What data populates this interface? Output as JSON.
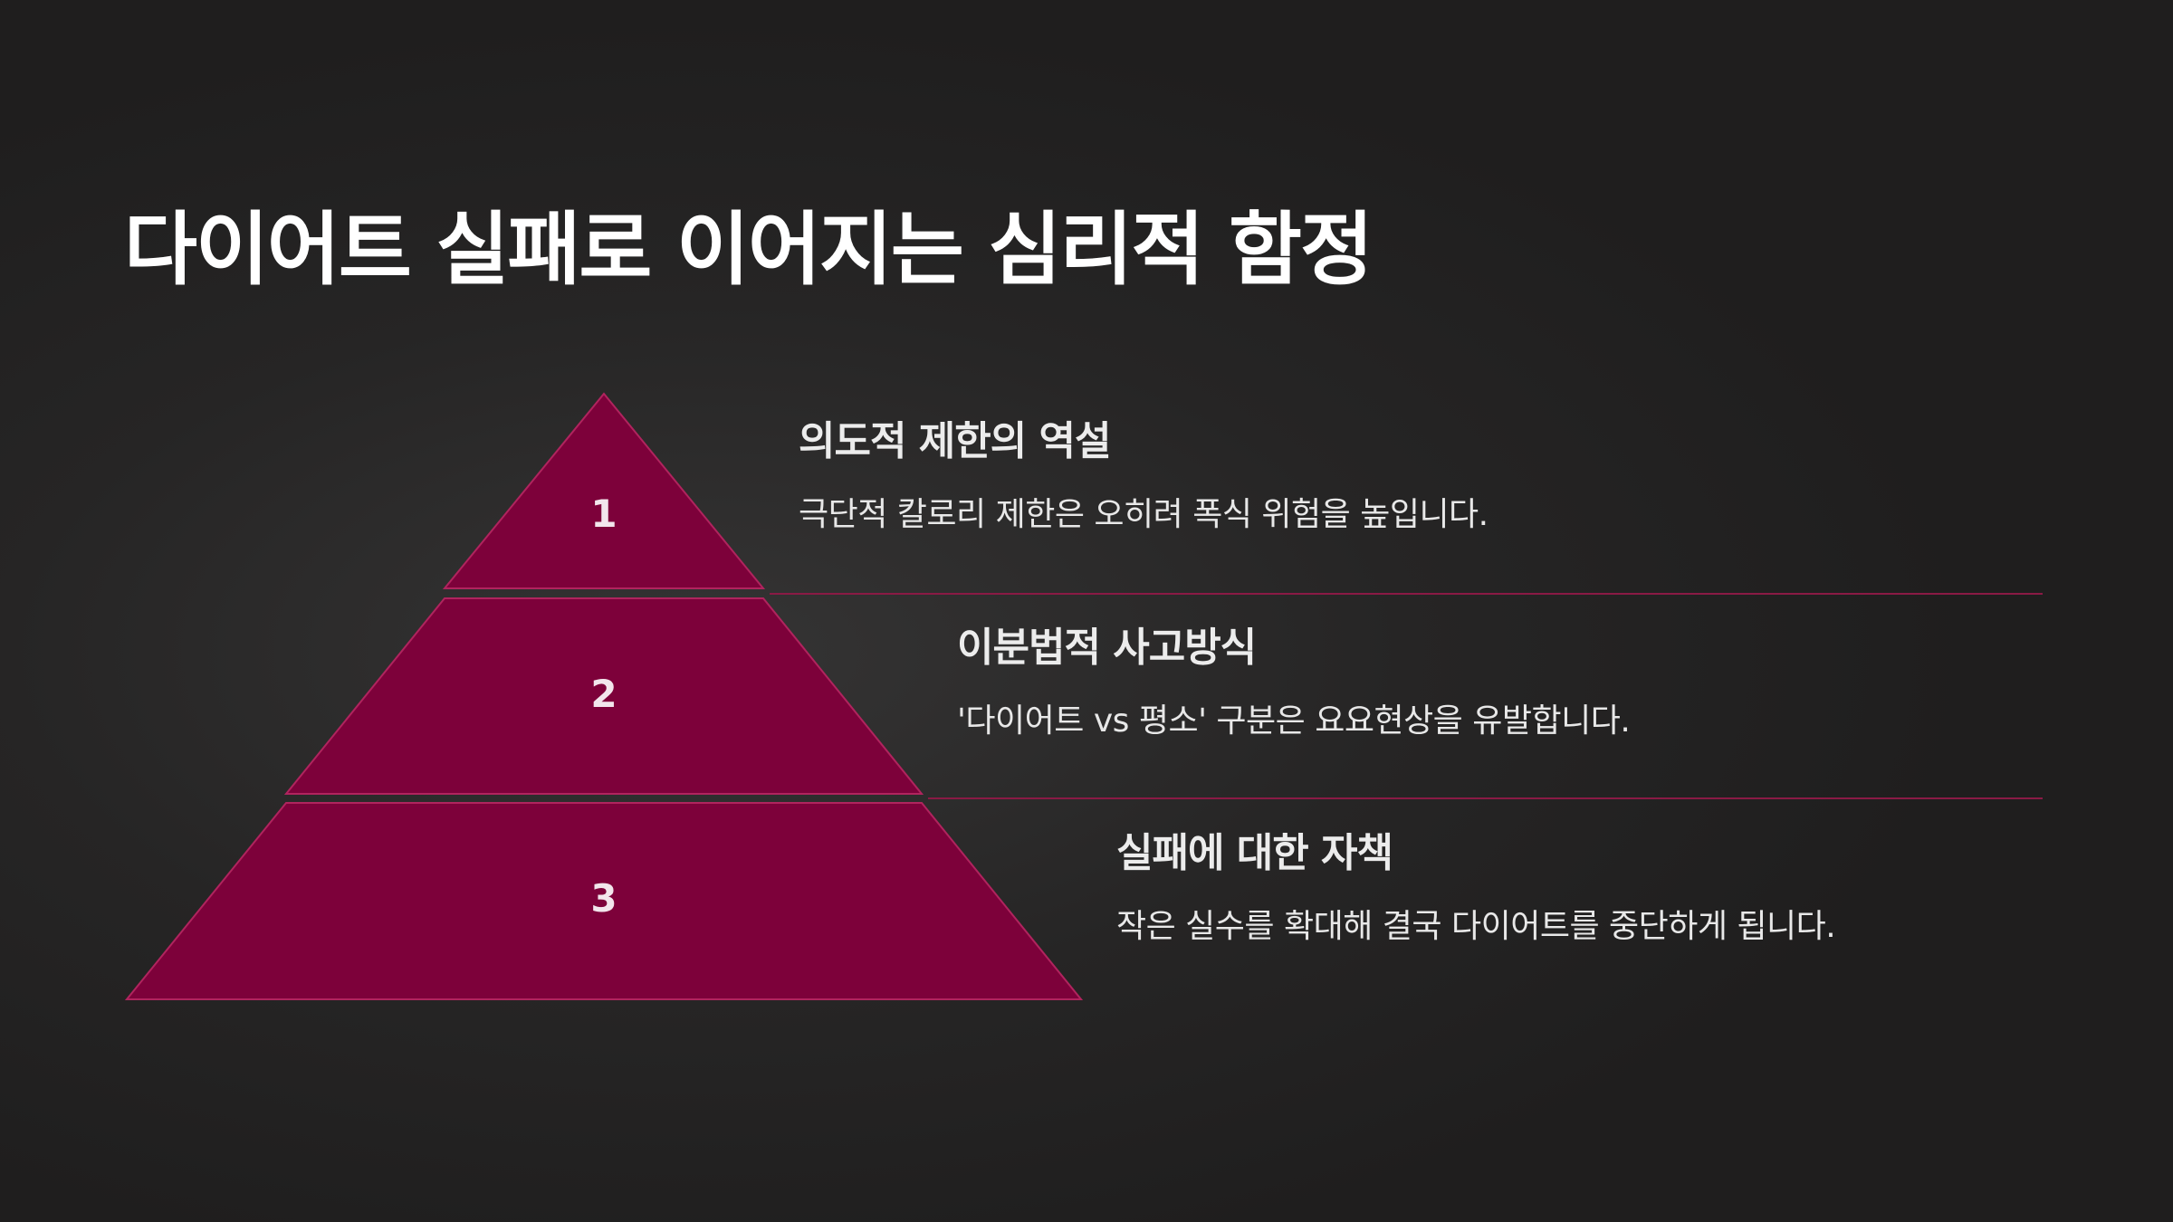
{
  "title": "다이어트 실패로 이어지는 심리적 함정",
  "colors": {
    "tier_fill": "#7d013a",
    "tier_stroke": "#b0245e",
    "divider": "#8a1a45",
    "background": "#222121"
  },
  "tiers": [
    {
      "number": "1",
      "title": "의도적 제한의 역설",
      "description": "극단적 칼로리 제한은 오히려 폭식 위험을 높입니다."
    },
    {
      "number": "2",
      "title": "이분법적 사고방식",
      "description": "'다이어트 vs 평소' 구분은 요요현상을 유발합니다."
    },
    {
      "number": "3",
      "title": "실패에 대한 자책",
      "description": "작은 실수를 확대해 결국 다이어트를 중단하게 됩니다."
    }
  ]
}
